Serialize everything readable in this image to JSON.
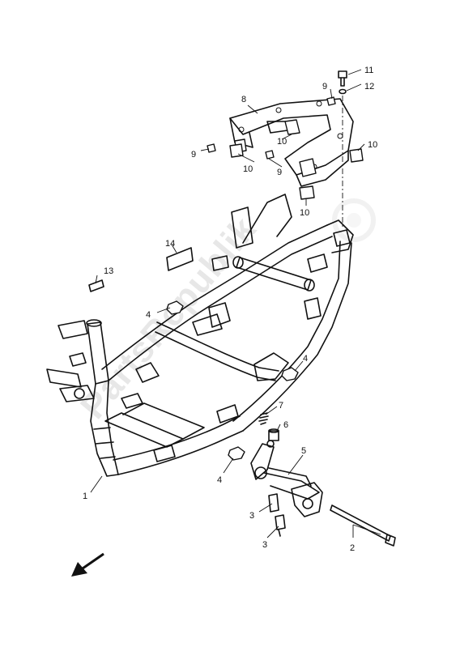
{
  "watermark": "PartsRepublik",
  "callouts": {
    "c1": "1",
    "c2": "2",
    "c3a": "3",
    "c3b": "3",
    "c4a": "4",
    "c4b": "4",
    "c4c": "4",
    "c5": "5",
    "c6": "6",
    "c7": "7",
    "c8": "8",
    "c9a": "9",
    "c9b": "9",
    "c9c": "9",
    "c10a": "10",
    "c10b": "10",
    "c10c": "10",
    "c10d": "10",
    "c11": "11",
    "c12": "12",
    "c13": "13",
    "c14": "14"
  },
  "icons": {
    "direction": "front-direction-arrow-icon"
  }
}
